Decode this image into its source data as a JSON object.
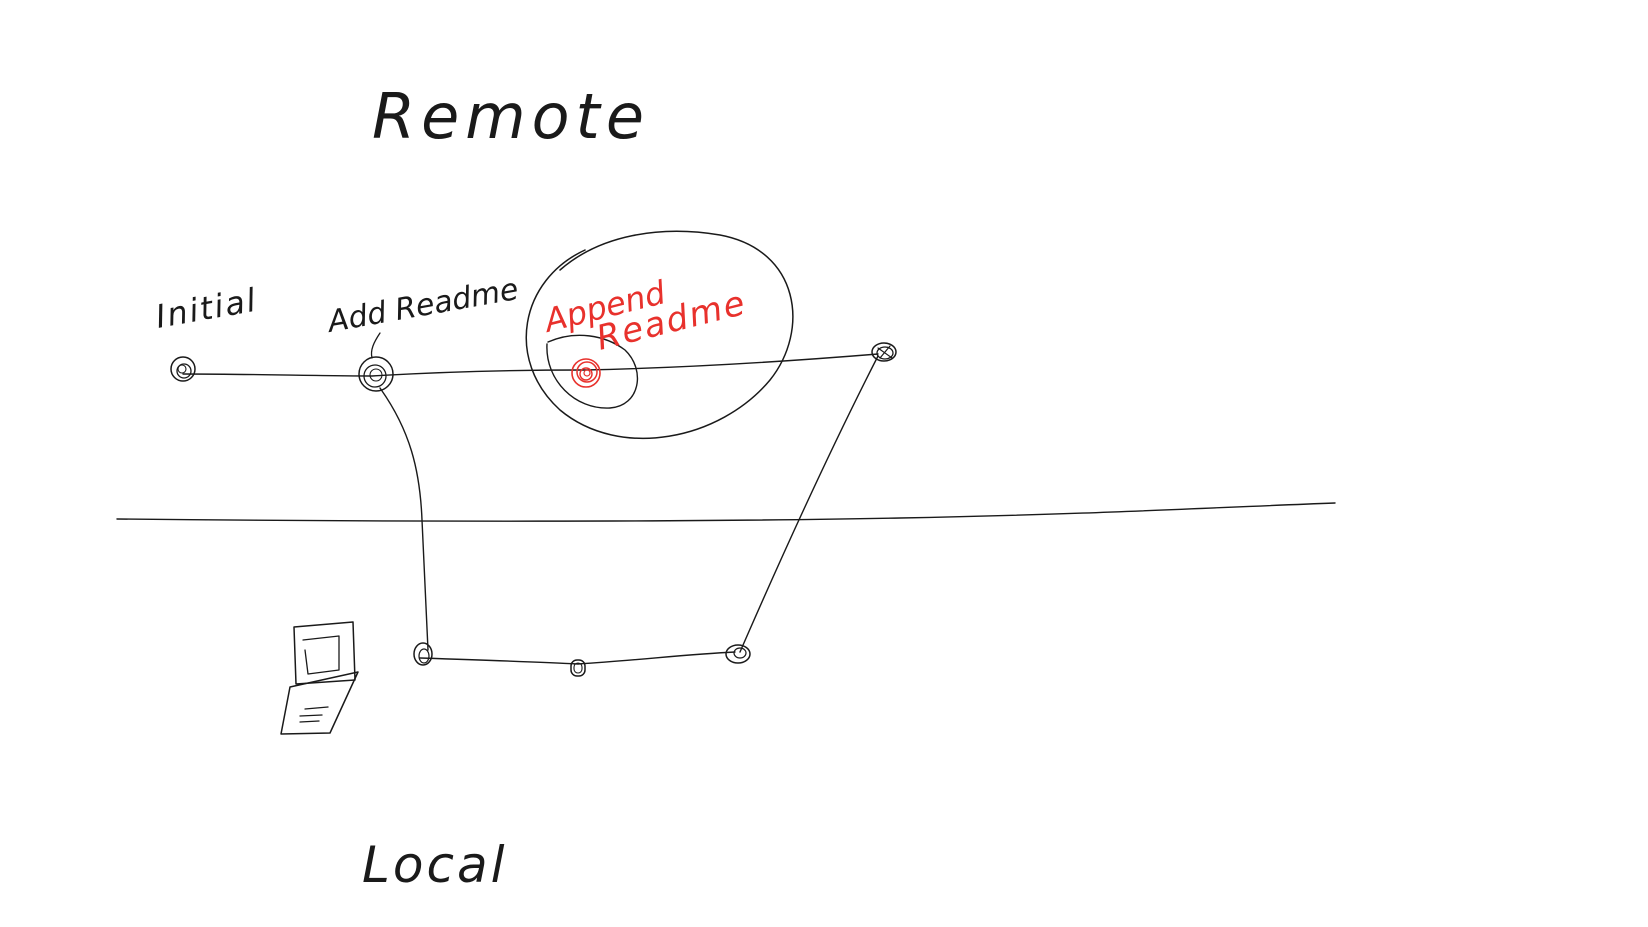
{
  "diagram": {
    "labels": {
      "remote": "Remote",
      "local": "Local",
      "initial": "Initial",
      "add_readme": "Add Readme",
      "append_word_1": "Append",
      "append_word_2": "Readme"
    },
    "colors": {
      "ink": "#1a1a1a",
      "highlight": "#e8312c",
      "background": "#ffffff"
    },
    "icons": [
      "laptop-icon"
    ]
  }
}
